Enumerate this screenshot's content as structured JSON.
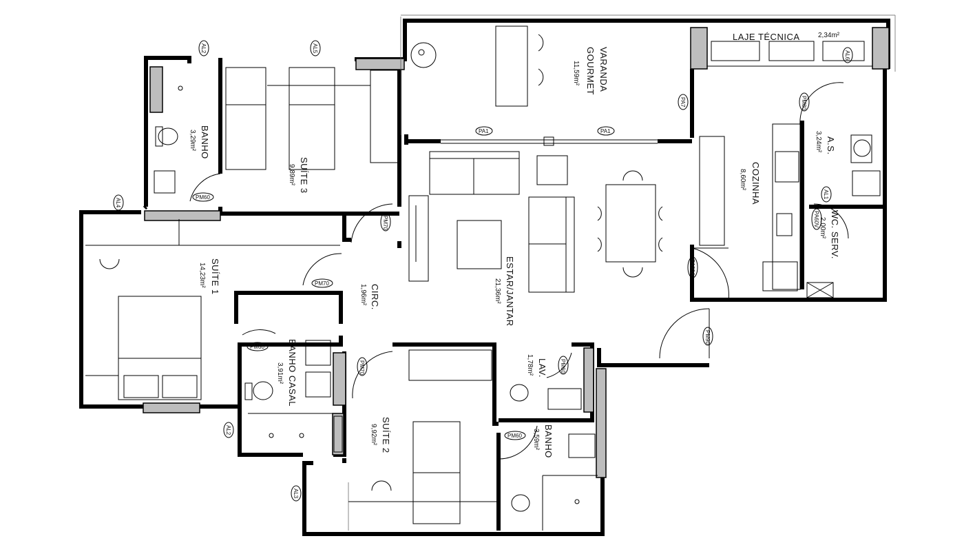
{
  "title": "",
  "rooms": {
    "laje_tecnica": {
      "name": "LAJE TÉCNICA",
      "area": "2,34m²"
    },
    "varanda": {
      "name_1": "VARANDA",
      "name_2": "GOURMET",
      "area": "11,59m²"
    },
    "cozinha": {
      "name": "COZINHA",
      "area": "8,60m²"
    },
    "as": {
      "name": "A.S.",
      "area": "3,24m²"
    },
    "wc_serv": {
      "name": "WC. SERV.",
      "area": "2,00m²"
    },
    "banho_top": {
      "name": "BANHO",
      "area": "3,29m²"
    },
    "suite3": {
      "name": "SUÍTE 3",
      "area": "9,89m²"
    },
    "suite1": {
      "name": "SUÍTE 1",
      "area": "14,23m²"
    },
    "circ": {
      "name": "CIRC.",
      "area": "1,96m²"
    },
    "estar": {
      "name": "ESTAR/JANTAR",
      "area": "21,36m²"
    },
    "banho_casal": {
      "name": "BANHO CASAL",
      "area": "3,91m²"
    },
    "lav": {
      "name": "LAV.",
      "area": "1,78m²"
    },
    "suite2": {
      "name": "SUÍTE 2",
      "area": "9,92m²"
    },
    "banho_bottom": {
      "name": "BANHO",
      "area": "3,59m²"
    }
  },
  "tags": {
    "al2_top": "AL2",
    "al5": "AL5",
    "al4": "AL4",
    "al2_bottom": "AL2",
    "al3": "AL3",
    "al6": "AL6",
    "al1": "AL1",
    "pa1_left": "PA1",
    "pa1_right": "PA1",
    "pa7": "PA7",
    "pa90a": "PA90A",
    "pm80": "PM80",
    "pa60v": "PA60V",
    "pm90": "PM90",
    "pm60_banho": "PM60",
    "pm70_a": "PM70",
    "pm70_b": "PM70",
    "pm60_casal": "PM60",
    "pm70_c": "PM70",
    "pm60_lav": "PM60",
    "pm60_suite2": "PM60"
  }
}
